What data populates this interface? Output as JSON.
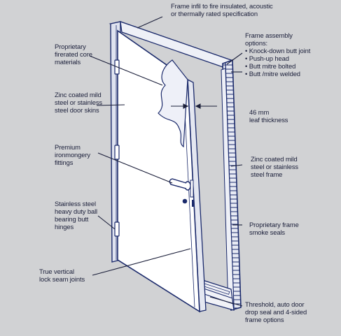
{
  "diagram": {
    "colors": {
      "background": "#d1d2d4",
      "line": "#1b2a6b",
      "door_face": "#ffffff",
      "frame_fill": "#dfe3f0",
      "text": "#1b1f3a"
    },
    "labels": {
      "frame_infill": [
        "Frame infil to fire insulated, acoustic",
        "or thermally rated specification"
      ],
      "core_materials": [
        "Proprietary",
        "firerated core",
        "materials"
      ],
      "door_skins": [
        "Zinc coated mild",
        "steel or stainless",
        "steel door skins"
      ],
      "ironmongery": [
        "Premium",
        "ironmongery",
        "fittings"
      ],
      "hinges": [
        "Stainless steel",
        "heavy duty ball",
        "bearing butt",
        "hinges"
      ],
      "lock_seam": [
        "True vertical",
        "lock seam joints"
      ],
      "frame_assembly_title": [
        "Frame assembly",
        "options:"
      ],
      "frame_assembly_options": [
        "Knock-down butt joint",
        "Push-up head",
        "Butt mitre bolted",
        "Butt /mitre welded"
      ],
      "leaf_thickness": [
        "46 mm",
        "leaf thickness"
      ],
      "steel_frame": [
        "Zinc coated mild",
        "steel or stainless",
        "steel frame"
      ],
      "smoke_seals": [
        "Proprietary frame",
        "smoke seals"
      ],
      "threshold": [
        "Threshold, auto door",
        "drop seal and 4-sided",
        "frame options"
      ]
    }
  }
}
